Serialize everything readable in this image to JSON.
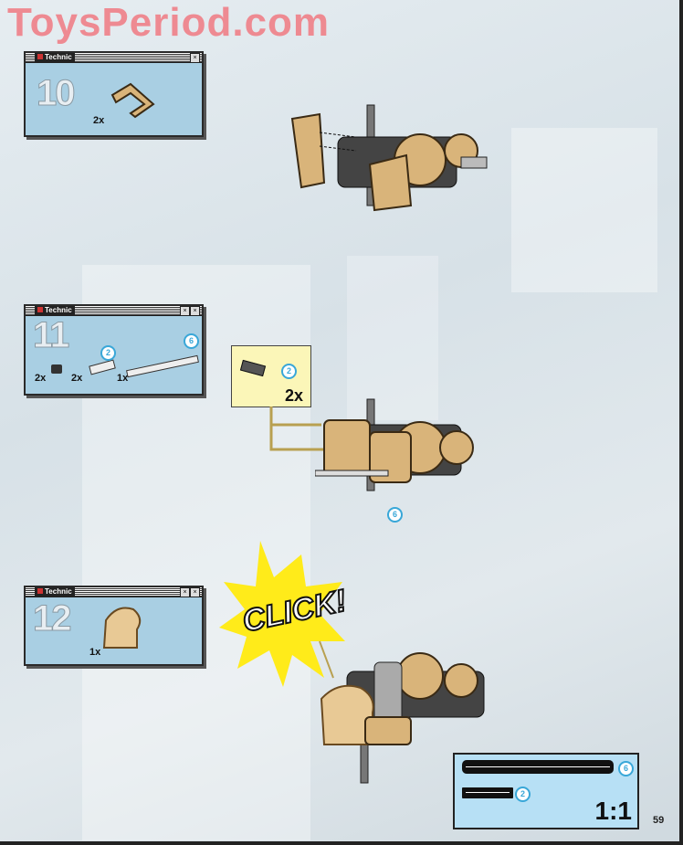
{
  "watermark": "ToysPeriod.com",
  "window_title": "Technic",
  "steps": [
    {
      "number": "10",
      "parts": [
        {
          "qty": "2x"
        }
      ]
    },
    {
      "number": "11",
      "parts": [
        {
          "qty": "2x"
        },
        {
          "qty": "2x",
          "length": "2"
        },
        {
          "qty": "1x",
          "length": "6"
        }
      ]
    },
    {
      "number": "12",
      "parts": [
        {
          "qty": "1x"
        }
      ]
    }
  ],
  "callout": {
    "qty": "2x",
    "length": "2"
  },
  "model_axle_badge": "6",
  "sound_effect": "CLICK!",
  "scale_box": {
    "items": [
      {
        "length": "6"
      },
      {
        "length": "2"
      }
    ],
    "ratio": "1:1"
  },
  "page_number": "59",
  "colors": {
    "panel": "#a9cfe3",
    "tan": "#d9b47a",
    "badge": "#39a7d8",
    "callout": "#fbf6b8",
    "burst": "#ffeb1a"
  }
}
